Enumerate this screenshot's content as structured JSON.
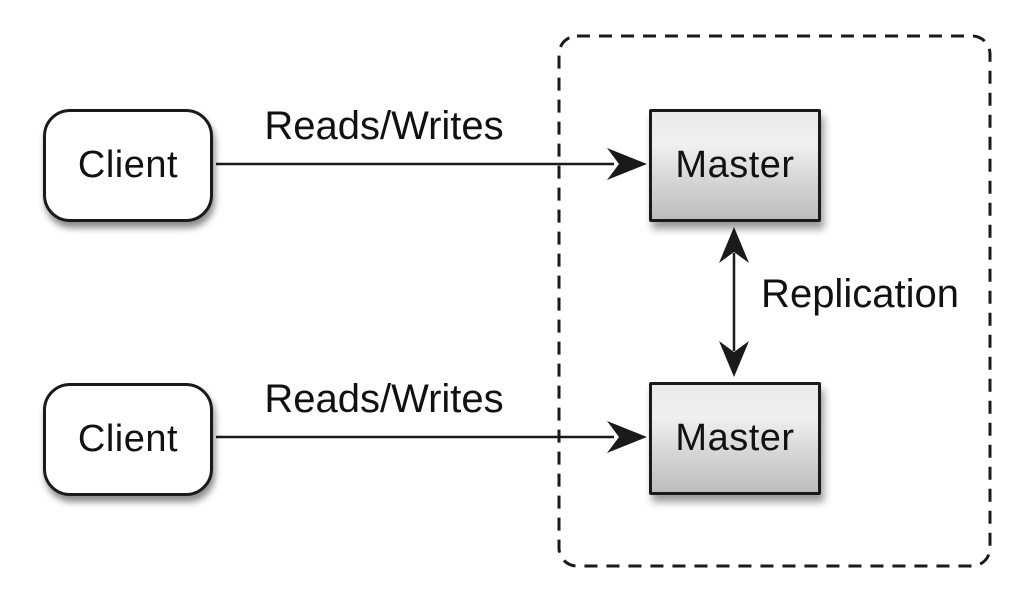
{
  "diagram": {
    "type": "architecture-diagram",
    "topic": "master-master-replication",
    "clients": [
      {
        "id": "client-1",
        "label": "Client"
      },
      {
        "id": "client-2",
        "label": "Client"
      }
    ],
    "masters": [
      {
        "id": "master-1",
        "label": "Master"
      },
      {
        "id": "master-2",
        "label": "Master"
      }
    ],
    "cluster": {
      "contains": [
        "master-1",
        "master-2"
      ],
      "border_style": "dashed",
      "label": ""
    },
    "edges": [
      {
        "from": "client-1",
        "to": "master-1",
        "label": "Reads/Writes",
        "direction": "one-way"
      },
      {
        "from": "client-2",
        "to": "master-2",
        "label": "Reads/Writes",
        "direction": "one-way"
      },
      {
        "from": "master-1",
        "to": "master-2",
        "label": "Replication",
        "direction": "two-way"
      }
    ],
    "colors": {
      "background": "#ffffff",
      "stroke": "#1a1a1a",
      "text": "#111111",
      "client_fill": "#ffffff",
      "master_fill_top": "#ececec",
      "master_fill_bottom": "#bdbdbd"
    }
  }
}
